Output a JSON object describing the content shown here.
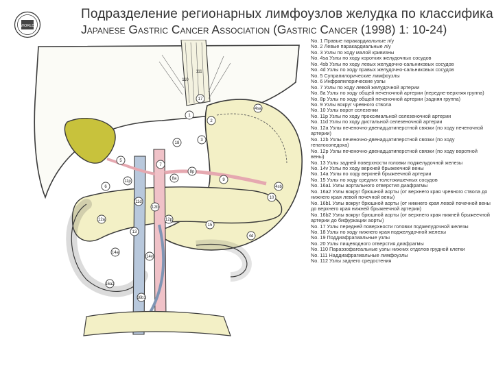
{
  "title": {
    "line1": "Подразделение регионарных лимфоузлов желудка по классификации",
    "line2": "Japanese Gastric Cancer Association (Gastric Cancer (1998) 1: 10-24)"
  },
  "logo": {
    "icon": "seal-emblem-icon",
    "text": "WORLD"
  },
  "diagram_labels": [
    "1",
    "2",
    "3",
    "4sa",
    "4sb",
    "4d",
    "5",
    "6",
    "7",
    "8a",
    "8p",
    "9",
    "10",
    "11p",
    "11d",
    "12a",
    "12b",
    "12p",
    "13",
    "14v",
    "14a",
    "15",
    "16a2",
    "16b1",
    "17",
    "18",
    "110",
    "111"
  ],
  "legend": [
    "No. 1 Правые паракардиальные л/у",
    "No. 2 Левые паракардиальные л/у",
    "No. 3 Узлы по ходу малой кривизны",
    "No. 4sa Узлы по ходу коротких желудочных сосудов",
    "No. 4sb Узлы по ходу левых желудочно-сальниковых сосудов",
    "No. 4d Узлы по ходу правых желудочно-сальниковых сосудов",
    "No. 5 Супрапилорические лимфоузлы",
    "No. 6 Инфрапилорические узлы",
    "No. 7 Узлы по ходу левой желудочной артерии",
    "No. 8a Узлы по ходу общей печеночной артерии (передне-верхняя группа)",
    "No. 8p Узлы по ходу общей печеночной артерии (задняя группа)",
    "No. 9 Узлы вокруг чревного ствола",
    "No. 10 Узлы ворот селезенки",
    "No. 11p Узлы по ходу проксимальной селезеночной артерии",
    "No. 11d Узлы по ходу дистальной селезеночной артерии",
    "No. 12a Узлы печеночно-двенадцатиперстной связки (по ходу печеночной артерии)",
    "No. 12b Узлы печеночно-двенадцатиперстной связки (по ходу гепатохоледоха)",
    "No. 12p Узлы печеночно-двенадцатиперстной связки (по ходу воротной вены)",
    "No. 13 Узлы задней поверхности головки поджелудочной железы",
    "No. 14v Узлы по ходу верхней брыжеечной вены",
    "No. 14a Узлы по ходу верхней брыжеечной артерии",
    "No. 15 Узлы по ходу средних толстокишечных сосудов",
    "No. 16a1 Узлы аортального отверстия диафрагмы",
    "No. 16a2 Узлы вокруг брюшной аорты (от верхнего края чревного ствола до нижнего края левой почечной вены)",
    "No. 16b1 Узлы вокруг брюшной аорты (от нижнего края левой почечной вены до верхнего края нижней брыжеечной артерии)",
    "No. 16b2 Узлы вокруг брюшной аорты (от верхнего края нижней брыжеечной артерии до бифуркации аорты)",
    "No. 17 Узлы передней поверхности головки поджелудочной железы",
    "No. 18 Узлы по ходу нижнего края поджелудочной железы",
    "No. 19 Поддиафрагмальные узлы",
    "No. 20 Узлы пищеводного отверстия диафрагмы",
    "No. 110 Параэзофагеальные узлы нижних отделов грудной клетки",
    "No. 111 Наддиафрагмальные лимфоузлы",
    "No. 112 Узлы заднего средостения"
  ],
  "colors": {
    "background": "#ffffff",
    "stomach": "#f3f0c6",
    "gallbladder": "#c8c23c",
    "artery": "#f0c2c8",
    "vein": "#b8c8dc",
    "outline": "#3a3a3a",
    "text": "#333333"
  }
}
